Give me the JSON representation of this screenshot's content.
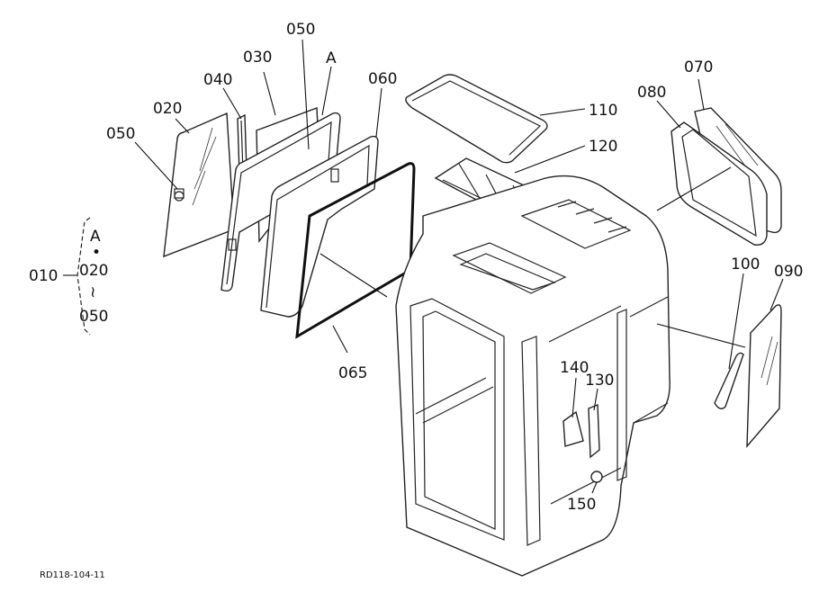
{
  "diagram": {
    "drawing_code": "RD118-104-11",
    "group_label": {
      "number": "010",
      "items": [
        "A",
        "•",
        "020",
        "≀",
        "050"
      ]
    },
    "callouts": [
      {
        "id": "c-020",
        "label": "020"
      },
      {
        "id": "c-050a",
        "label": "050"
      },
      {
        "id": "c-040",
        "label": "040"
      },
      {
        "id": "c-030",
        "label": "030"
      },
      {
        "id": "c-050b",
        "label": "050"
      },
      {
        "id": "c-A",
        "label": "A"
      },
      {
        "id": "c-060",
        "label": "060"
      },
      {
        "id": "c-065",
        "label": "065"
      },
      {
        "id": "c-110",
        "label": "110"
      },
      {
        "id": "c-120",
        "label": "120"
      },
      {
        "id": "c-080",
        "label": "080"
      },
      {
        "id": "c-070",
        "label": "070"
      },
      {
        "id": "c-100",
        "label": "100"
      },
      {
        "id": "c-090",
        "label": "090"
      },
      {
        "id": "c-140",
        "label": "140"
      },
      {
        "id": "c-130",
        "label": "130"
      },
      {
        "id": "c-150",
        "label": "150"
      }
    ]
  }
}
